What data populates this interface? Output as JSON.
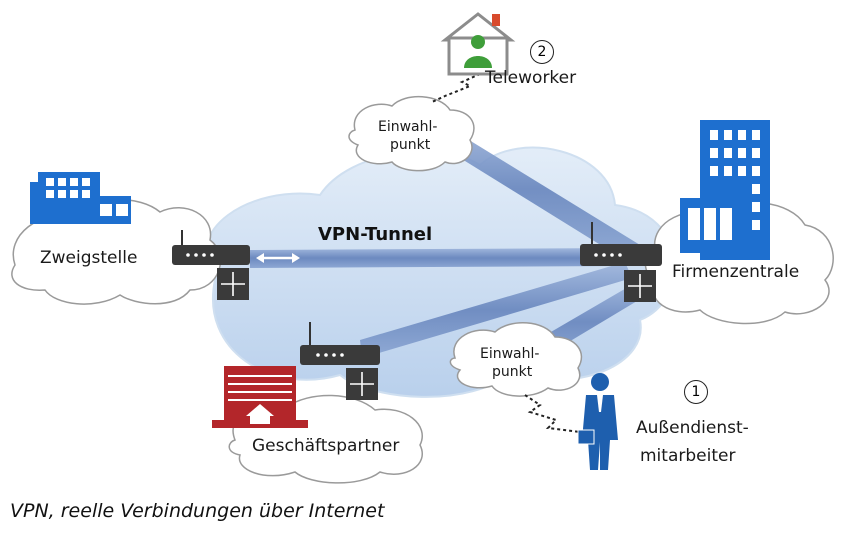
{
  "diagram": {
    "tunnel_label": "VPN-Tunnel",
    "caption": "VPN, reelle Verbindungen über Internet",
    "nodes": {
      "branch": "Zweigstelle",
      "hq": "Firmenzentrale",
      "partner": "Geschäftspartner",
      "teleworker": "Teleworker",
      "field_staff_line1": "Außendienst-",
      "field_staff_line2": "mitarbeiter",
      "dialin_top_line1": "Einwahl-",
      "dialin_top_line2": "punkt",
      "dialin_bottom_line1": "Einwahl-",
      "dialin_bottom_line2": "punkt"
    },
    "badges": {
      "teleworker": "2",
      "field_staff": "1"
    },
    "colors": {
      "building_blue": "#1e6fcf",
      "partner_red": "#b3262a",
      "house_green": "#3f9e3a",
      "tunnel_blue": "#5d7fb8",
      "cloud_blue": "#c7daf0",
      "router_dark": "#3a3a3a"
    },
    "icons": [
      "office-building-icon",
      "house-icon",
      "person-icon",
      "router-icon",
      "businessman-icon",
      "storefront-icon"
    ]
  }
}
